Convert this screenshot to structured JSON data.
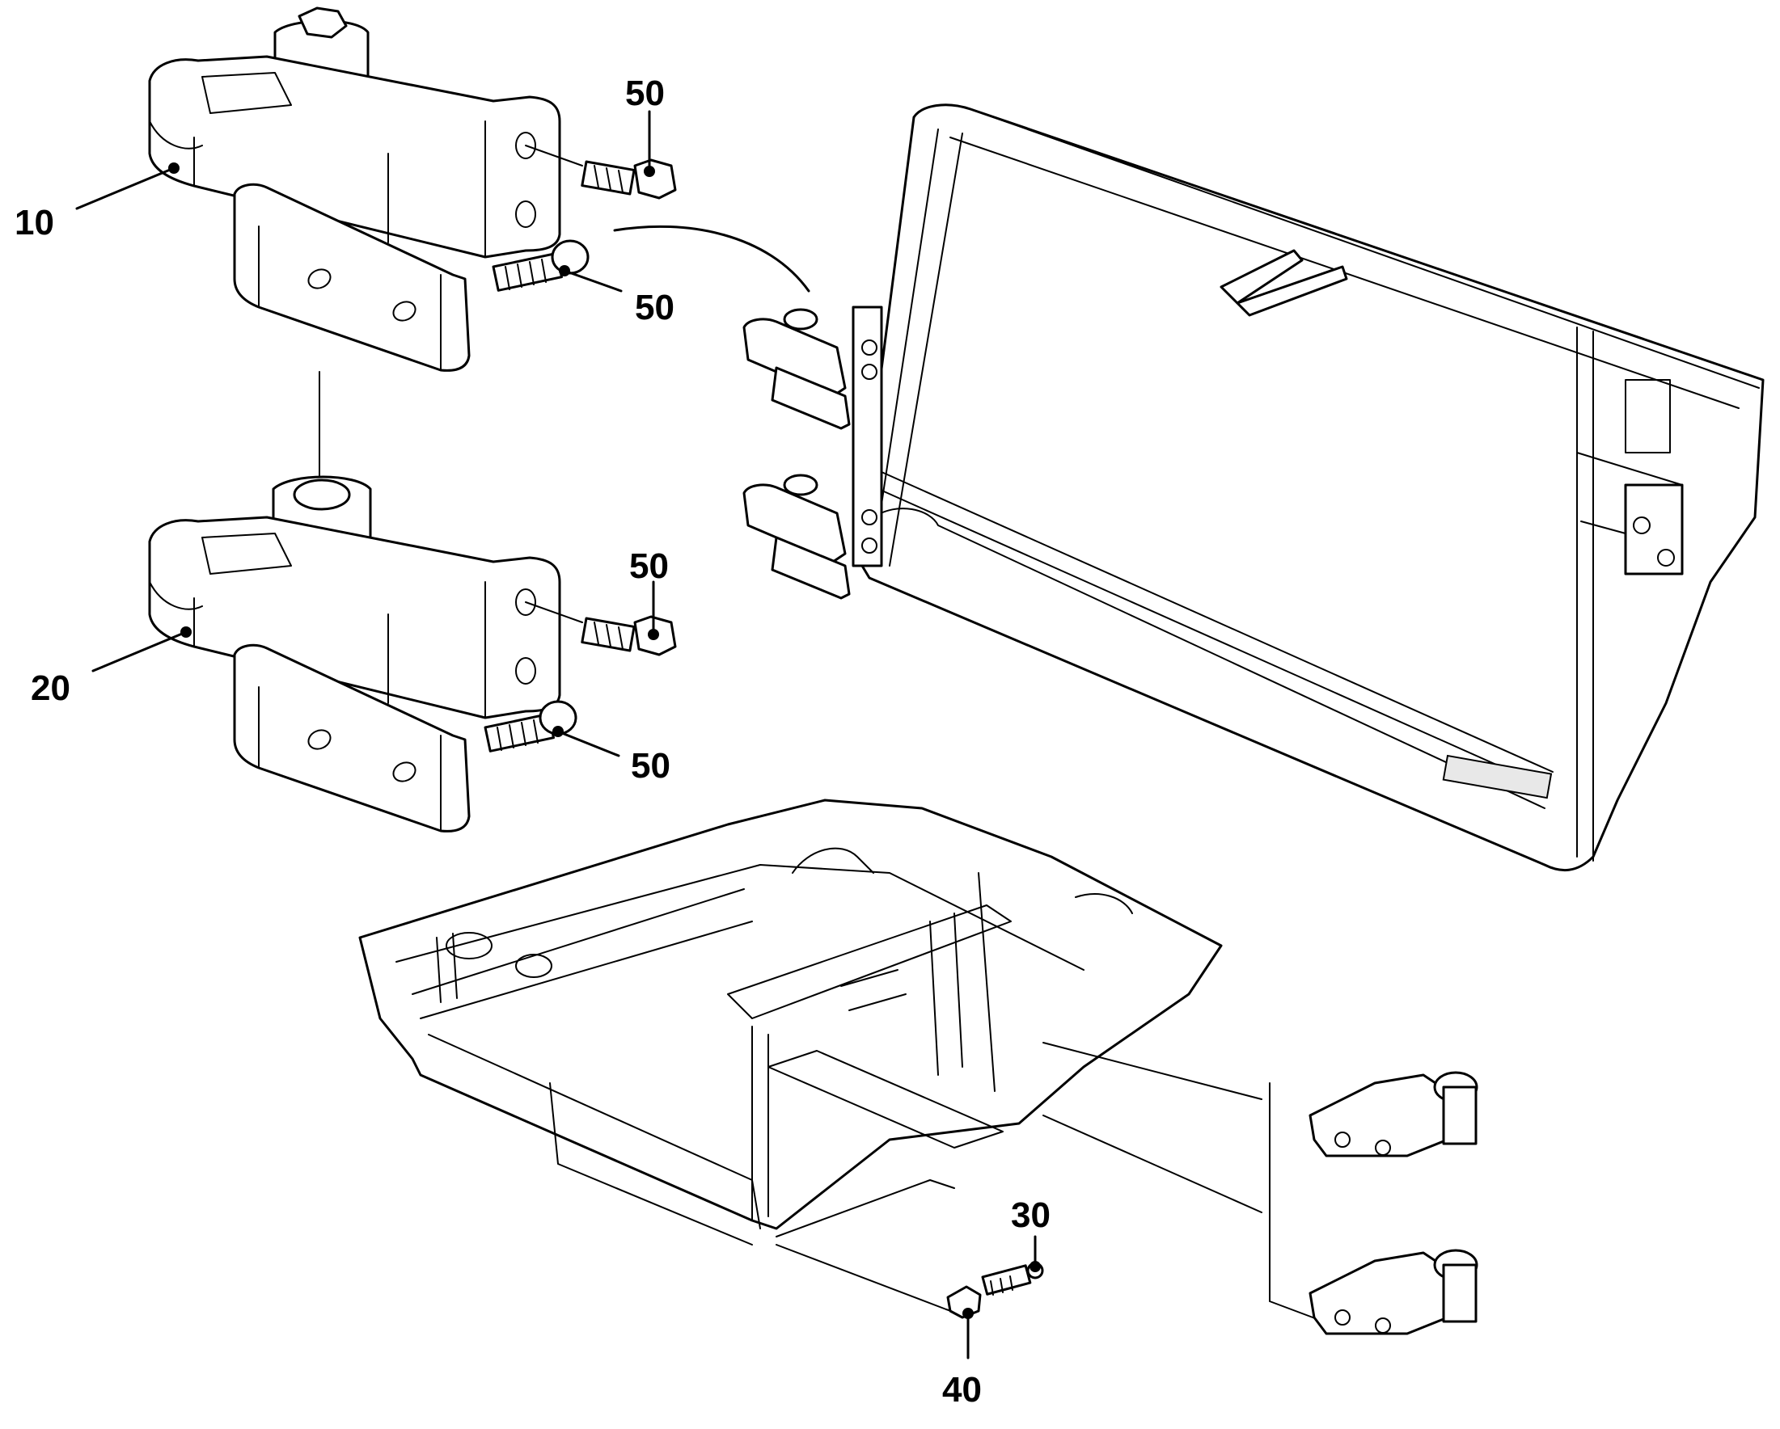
{
  "callouts": {
    "c10": "10",
    "c20": "20",
    "c30": "30",
    "c40": "40",
    "c50a": "50",
    "c50b": "50",
    "c50c": "50",
    "c50d": "50"
  }
}
